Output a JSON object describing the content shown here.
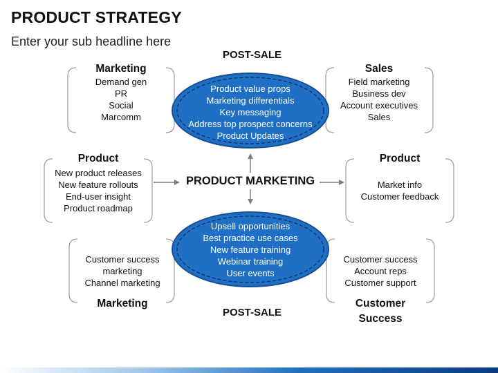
{
  "slide": {
    "title": "PRODUCT STRATEGY",
    "subtitle": "Enter your sub headline here"
  },
  "labels": {
    "post_sale_top": "POST-SALE",
    "post_sale_bottom": "POST-SALE",
    "center": "PRODUCT MARKETING"
  },
  "ellipse_top": {
    "items": [
      "Product value props",
      "Marketing differentials",
      "Key messaging",
      "Address top prospect concerns",
      "Product Updates"
    ]
  },
  "ellipse_bottom": {
    "items": [
      "Upsell opportunities",
      "Best practice use cases",
      "New feature training",
      "Webinar training",
      "User events"
    ]
  },
  "blocks": {
    "marketing_top": {
      "heading": "Marketing",
      "items": [
        "Demand gen",
        "PR",
        "Social",
        "Marcomm"
      ]
    },
    "sales": {
      "heading": "Sales",
      "items": [
        "Field marketing",
        "Business dev",
        "Account executives",
        "Sales"
      ]
    },
    "product_left": {
      "heading": "Product",
      "items": [
        "New product releases",
        "New feature rollouts",
        "End-user insight",
        "Product roadmap"
      ]
    },
    "product_right": {
      "heading": "Product",
      "items": [
        "Market info",
        "Customer feedback"
      ]
    },
    "marketing_bottom": {
      "heading": "Marketing",
      "items": [
        "Customer success marketing",
        "Channel marketing"
      ]
    },
    "customer_success": {
      "heading_line1": "Customer",
      "heading_line2": "Success",
      "items": [
        "Customer success",
        "Account reps",
        "Customer support"
      ]
    }
  },
  "colors": {
    "ellipse_fill": "#1f6fc4",
    "ellipse_outline": "#1a4f96",
    "bracket": "#9a9a9a",
    "arrow": "#7f7f7f"
  }
}
